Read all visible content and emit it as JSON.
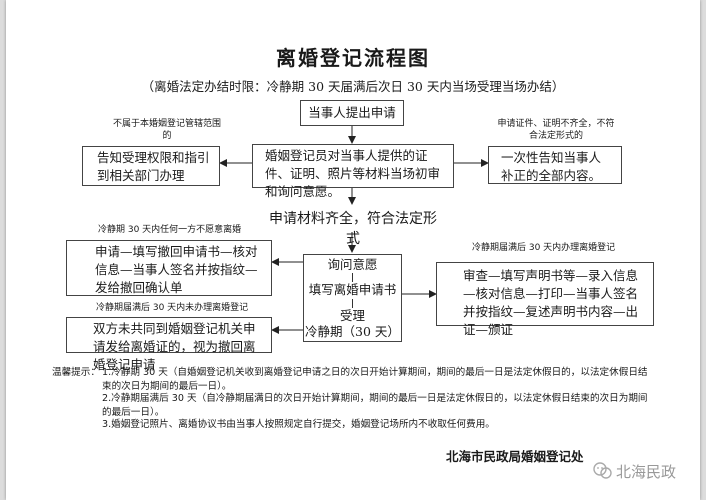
{
  "title": "离婚登记流程图",
  "subtitle": "（离婚法定办结时限：冷静期 30 天届满后次日 30 天内当场受理当场办结）",
  "boxes": {
    "start": "当事人提出申请",
    "review": "婚姻登记员对当事人提供的证件、证明、照片等材料当场初审和询问意愿。",
    "inform_scope": "告知受理权限和指引到相关部门办理",
    "inform_correction": "一次性告知当事人补正的全部内容。",
    "withdraw": "申请—填写撤回申请书—核对信息—当事人签名并按指纹—发给撤回确认单",
    "consider_withdraw": "双方未共同到婚姻登记机关申请发给离婚证的，视为撤回离婚登记申请",
    "process_lines": [
      "询问意愿",
      "填写离婚申请书",
      "受理",
      "冷静期（30 天）"
    ],
    "complete": "审查—填写声明书等—录入信息—核对信息—打印—当事人签名并按指纹—复述声明书内容—出证—颁证"
  },
  "labels": {
    "not_scope": "不属于本婚姻登记管辖范围的",
    "incomplete": "申请证件、证明不齐全，不符合法定形式的",
    "complete_cond": "申请材料齐全，符合法定形式",
    "withdraw_cond": "冷静期 30 天内任何一方不愿意离婚",
    "expire_no": "冷静期届满后 30 天内未办理离婚登记",
    "expire_yes": "冷静期届满后 30 天内办理离婚登记"
  },
  "tips": {
    "heading": "温馨提示：",
    "items": [
      "1.冷静期 30 天（自婚姻登记机关收到离婚登记申请之日的次日开始计算期间，期间的最后一日是法定休假日的，以法定休假日结束的次日为期间的最后一日）。",
      "2.冷静期届满后 30 天（自冷静期届满日的次日开始计算期间，期间的最后一日是法定休假日的，以法定休假日结束的次日为期间的最后一日）。",
      "3.婚姻登记照片、离婚协议书由当事人按照规定自行提交，婚姻登记场所内不收取任何费用。"
    ]
  },
  "footer": "北海市民政局婚姻登记处",
  "watermark": "北海民政"
}
